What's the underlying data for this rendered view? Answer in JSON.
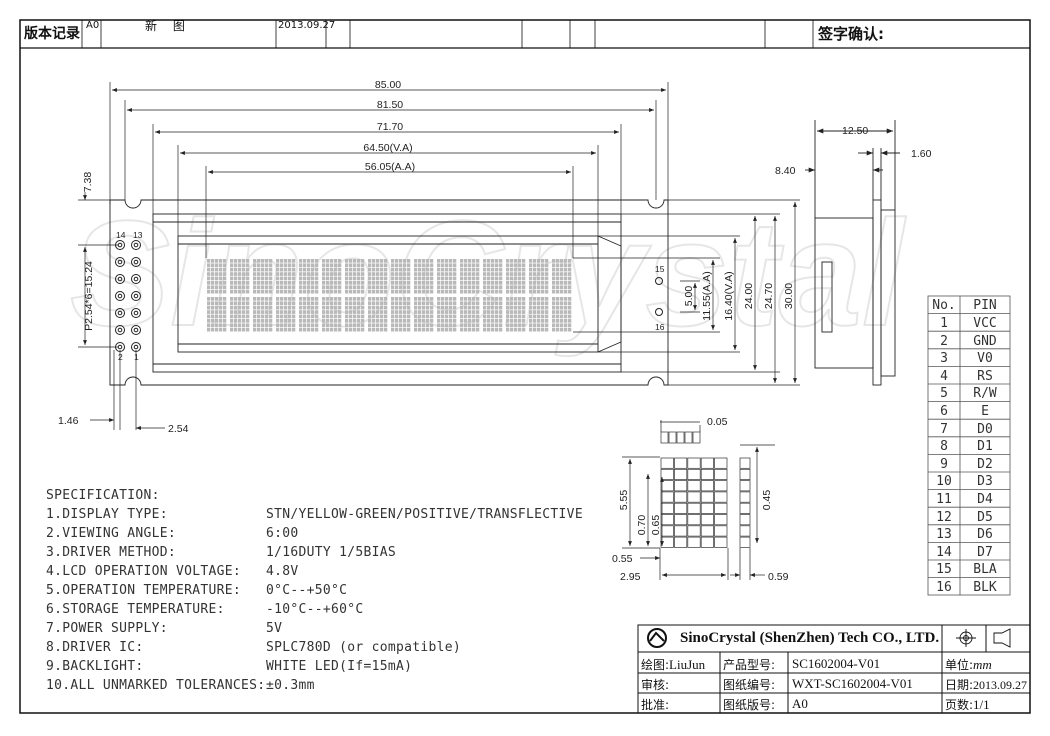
{
  "revision_bar": {
    "record_label": "版本记录",
    "version": "A0",
    "change": "新 图",
    "date": "2013.09.27",
    "sign_label": "签字确认:"
  },
  "watermark": "SinoCrystal",
  "dimensions": {
    "overall_width": "85.00",
    "mounting_width": "81.50",
    "bezel_width": "71.70",
    "view_area_width": "64.50(V.A)",
    "active_area_width": "56.05(A.A)",
    "side_depth": "12.50",
    "panel_depth": "8.40",
    "pcb_thickness": "1.60",
    "top_hole_offset": "7.38",
    "pin_pitch": "P2.54*6=15.24",
    "pin_offset": "1.46",
    "pin_spacing": "2.54",
    "char_height": "5.00",
    "active_area_height": "11.55(A.A)",
    "view_area_height": "16.40(V.A)",
    "bezel_height": "24.00",
    "mounting_height": "24.70",
    "overall_height": "30.00",
    "dot_pitch": "0.05",
    "char_total_height": "5.55",
    "dot_height_1": "0.70",
    "dot_height_2": "0.65",
    "dot_gap": "0.55",
    "char_width": "2.95",
    "dot_width": "0.59",
    "dot_size": "0.45"
  },
  "pins": {
    "left_top": "14",
    "right_top": "13",
    "left_bottom": "2",
    "right_bottom": "1",
    "backlight_top": "15",
    "backlight_bottom": "16"
  },
  "specification": {
    "title": "SPECIFICATION:",
    "items": [
      {
        "label": "1.DISPLAY TYPE:",
        "value": "STN/YELLOW-GREEN/POSITIVE/TRANSFLECTIVE"
      },
      {
        "label": "2.VIEWING ANGLE:",
        "value": "6:00"
      },
      {
        "label": "3.DRIVER METHOD:",
        "value": "1/16DUTY   1/5BIAS"
      },
      {
        "label": "4.LCD OPERATION VOLTAGE:",
        "value": "4.8V"
      },
      {
        "label": "5.OPERATION TEMPERATURE:",
        "value": "   0°C--+50°C"
      },
      {
        "label": "6.STORAGE TEMPERATURE:",
        "value": "-10°C--+60°C"
      },
      {
        "label": "7.POWER SUPPLY:",
        "value": "5V"
      },
      {
        "label": "8.DRIVER IC:",
        "value": "SPLC780D (or compatible)"
      },
      {
        "label": "9.BACKLIGHT:",
        "value": "WHITE LED(If=15mA)"
      },
      {
        "label": "10.ALL UNMARKED TOLERANCES:",
        "value": "±0.3mm"
      }
    ]
  },
  "pin_table": {
    "header_no": "No.",
    "header_pin": "PIN",
    "rows": [
      {
        "no": "1",
        "pin": "VCC"
      },
      {
        "no": "2",
        "pin": "GND"
      },
      {
        "no": "3",
        "pin": "V0"
      },
      {
        "no": "4",
        "pin": "RS"
      },
      {
        "no": "5",
        "pin": "R/W"
      },
      {
        "no": "6",
        "pin": "E"
      },
      {
        "no": "7",
        "pin": "D0"
      },
      {
        "no": "8",
        "pin": "D1"
      },
      {
        "no": "9",
        "pin": "D2"
      },
      {
        "no": "10",
        "pin": "D3"
      },
      {
        "no": "11",
        "pin": "D4"
      },
      {
        "no": "12",
        "pin": "D5"
      },
      {
        "no": "13",
        "pin": "D6"
      },
      {
        "no": "14",
        "pin": "D7"
      },
      {
        "no": "15",
        "pin": "BLA"
      },
      {
        "no": "16",
        "pin": "BLK"
      }
    ]
  },
  "title_block": {
    "company": "SinoCrystal (ShenZhen) Tech CO., LTD.",
    "drawn_label": "绘图:",
    "drawn_value": "LiuJun",
    "model_label": "产品型号:",
    "model_value": "SC1602004-V01",
    "unit_label": "单位:",
    "unit_value": "mm",
    "check_label": "审核:",
    "drawing_no_label": "图纸编号:",
    "drawing_no_value": "WXT-SC1602004-V01",
    "date_label": "日期:",
    "date_value": "2013.09.27",
    "approve_label": "批准:",
    "version_label": "图纸版号:",
    "version_value": "A0",
    "page_label": "页数:",
    "page_value": "1/1"
  }
}
